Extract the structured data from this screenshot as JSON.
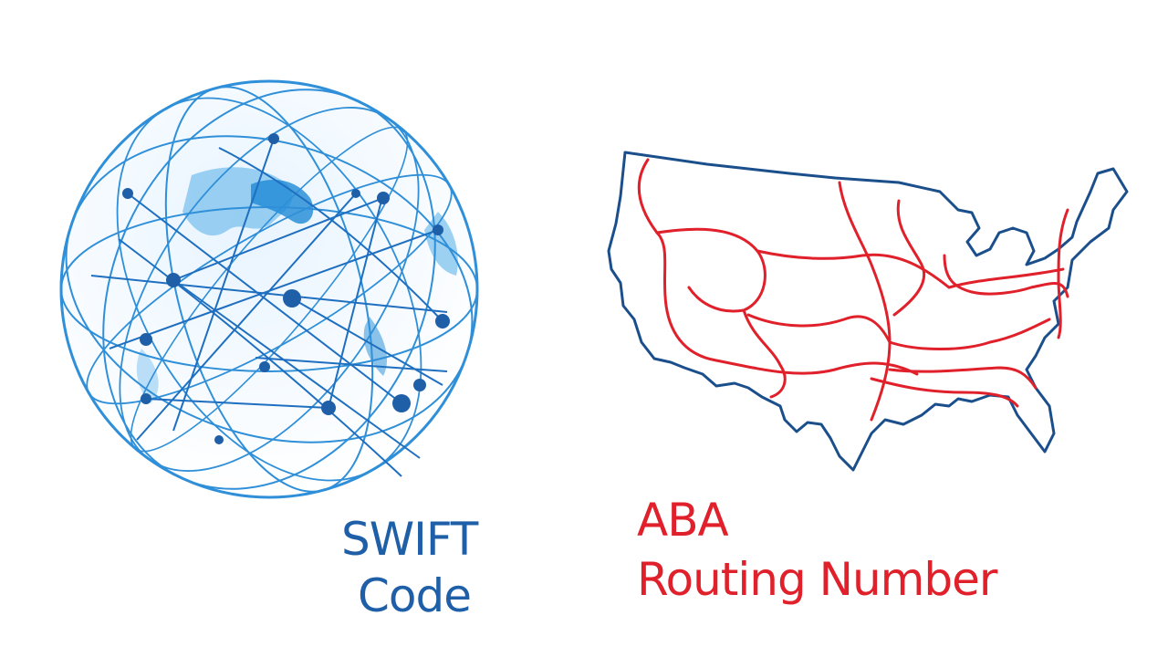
{
  "left_panel": {
    "icon": "globe-network-icon",
    "title_line1": "SWIFT",
    "title_line2": "Code"
  },
  "right_panel": {
    "icon": "us-map-network-icon",
    "title_line1": "ABA",
    "title_line2": "Routing Number"
  },
  "colors": {
    "swift_blue": "#1f5fa8",
    "globe_blue": "#2f8fd8",
    "map_outline": "#1b4f8c",
    "routing_red": "#e0202a",
    "background": "#ffffff"
  }
}
